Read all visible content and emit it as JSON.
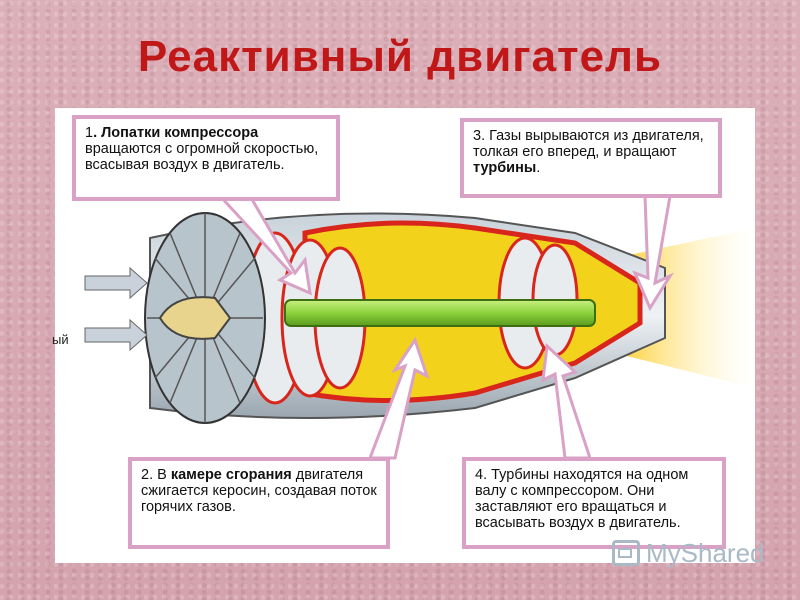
{
  "title": "Реактивный двигатель",
  "callouts": {
    "c1": {
      "num": "1",
      "bold": ". Лопатки компрессора",
      "text": "вращаются с огромной скоростью, всасывая воздух в двигатель."
    },
    "c2": {
      "pre": "3. Газы вырываются из двигателя, толкая его вперед, и вращают ",
      "bold": "турбины",
      "post": "."
    },
    "c3": {
      "pre": "2. В ",
      "bold": "камере сгорания",
      "text": "двигателя сжигается керосин, создавая поток горячих газов."
    },
    "c4": {
      "text": "4. Турбины находятся на одном валу с компрессором. Они заставляют его вращаться и всасывать воздух в двигатель."
    }
  },
  "side_fragment": "ый",
  "watermark": "MyShared",
  "colors": {
    "title": "#c01818",
    "callout_border": "#d9a1c6",
    "engine_red": "#d8261c",
    "engine_yellow": "#f3d21c",
    "shaft_green": "#8cd23c",
    "flame": "#ffd23c"
  }
}
